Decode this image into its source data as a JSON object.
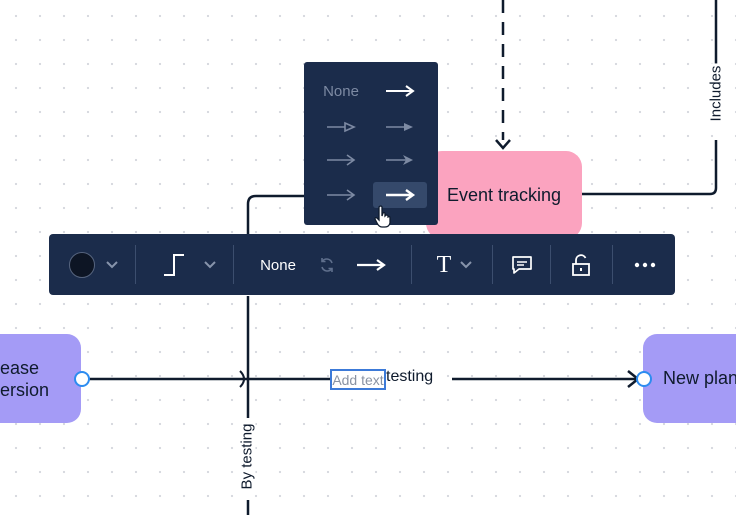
{
  "canvas": {
    "nodes": {
      "event_tracking": "Event tracking",
      "release_version": "ease\nersion",
      "new_plan": "New plan"
    },
    "edge_labels": {
      "includes": "Includes",
      "by_testing": "By testing",
      "testing": "testing"
    },
    "add_text_placeholder": "Add text"
  },
  "arrow_popup": {
    "none_label": "None",
    "selected_style": "solid-arrow"
  },
  "toolbar": {
    "line_color": "#0d1524",
    "line_type": "elbow",
    "start_arrow_label": "None",
    "end_arrow": "solid-arrow",
    "text_style": "T"
  },
  "colors": {
    "toolbar_bg": "#1b2c4b",
    "event_node": "#fba3bf",
    "plan_node": "#a49bf6",
    "selection": "#2d8cf0"
  }
}
